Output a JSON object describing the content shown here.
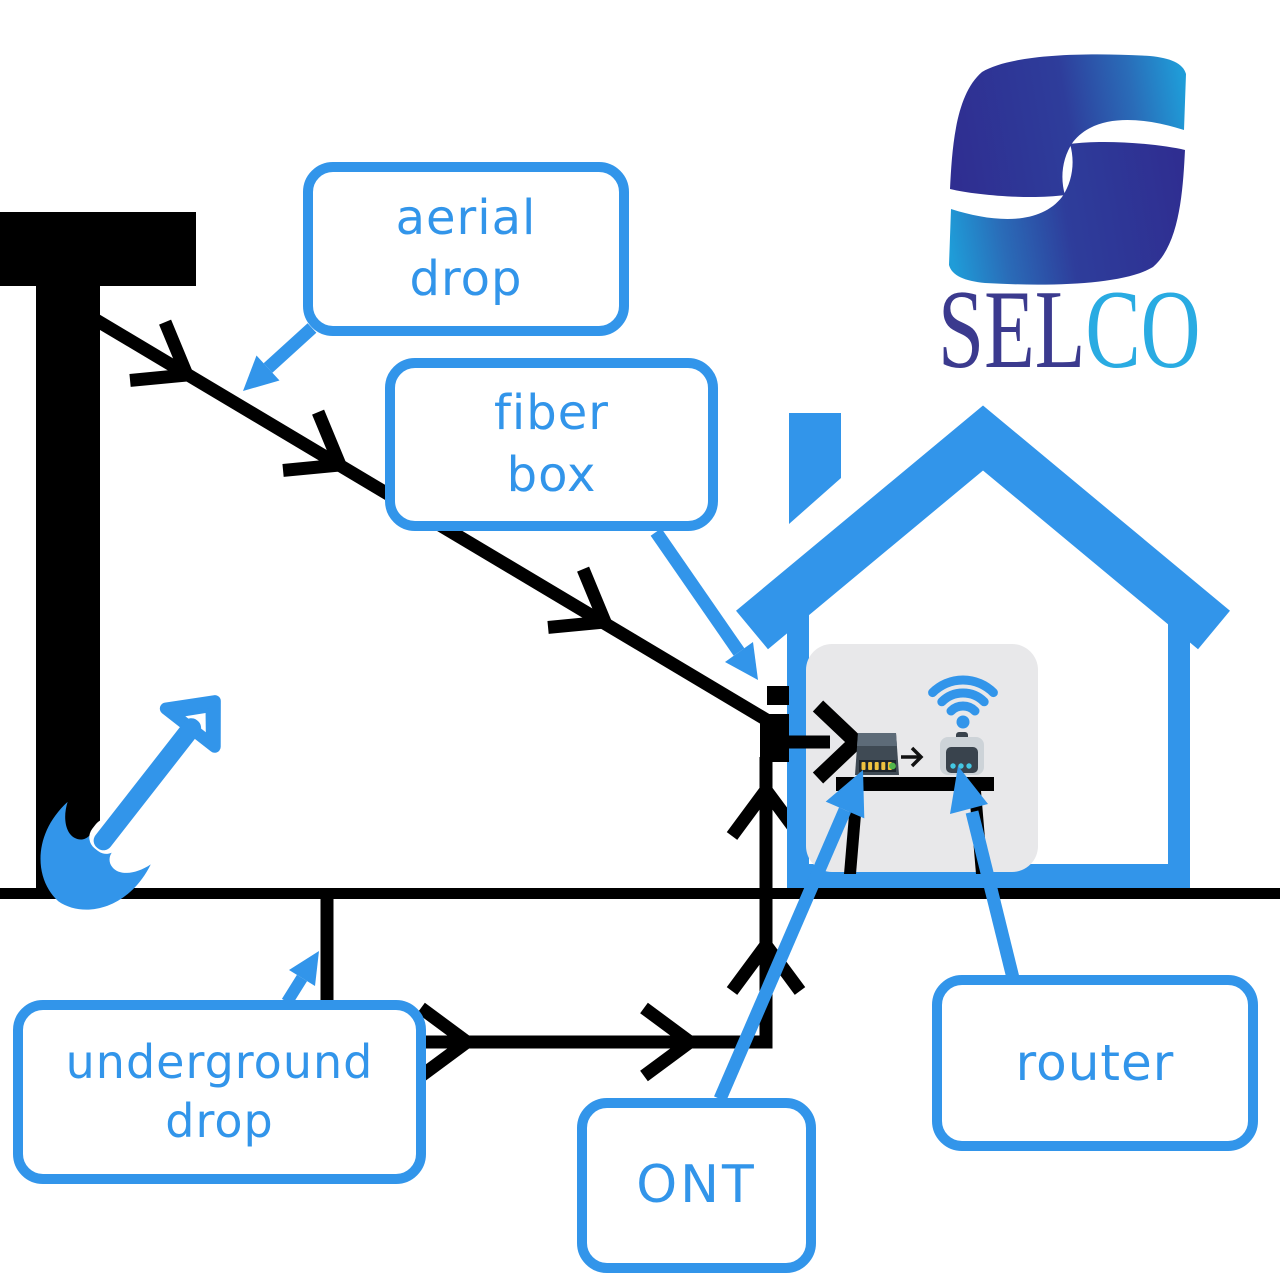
{
  "logo": {
    "wordmark_left": "SEL",
    "wordmark_right": "CO",
    "mark": "selco-s-swoosh"
  },
  "labels": {
    "aerial_drop": {
      "line1": "aerial",
      "line2": "drop"
    },
    "fiber_box": {
      "line1": "fiber",
      "line2": "box"
    },
    "underground_drop": {
      "line1": "underground",
      "line2": "drop"
    },
    "ont": {
      "text": "ONT"
    },
    "router": {
      "text": "router"
    }
  },
  "colors": {
    "accent": "#3295ea",
    "cable": "#000000",
    "room_fill": "#e8e8ea",
    "logo_dark": "#2f2e91",
    "logo_light": "#1f9cd8",
    "wordmark_dark": "#3b3a8e",
    "wordmark_light": "#29abe2",
    "ont_body": "#3f4a54",
    "router_shell": "#cdd3d8",
    "led_green": "#52b64a",
    "port_yellow": "#eec23f",
    "dot_cyan": "#44c7e2"
  },
  "icons": [
    "utility-pole-icon",
    "aerial-cable",
    "underground-cable",
    "shovel-icon",
    "fiber-box-device",
    "house-icon",
    "chimney",
    "wifi-icon",
    "arrow-into-house",
    "ont-device",
    "device-flow-arrow",
    "router-device",
    "table-icon",
    "selco-logo-mark",
    "pointer-arrow"
  ]
}
